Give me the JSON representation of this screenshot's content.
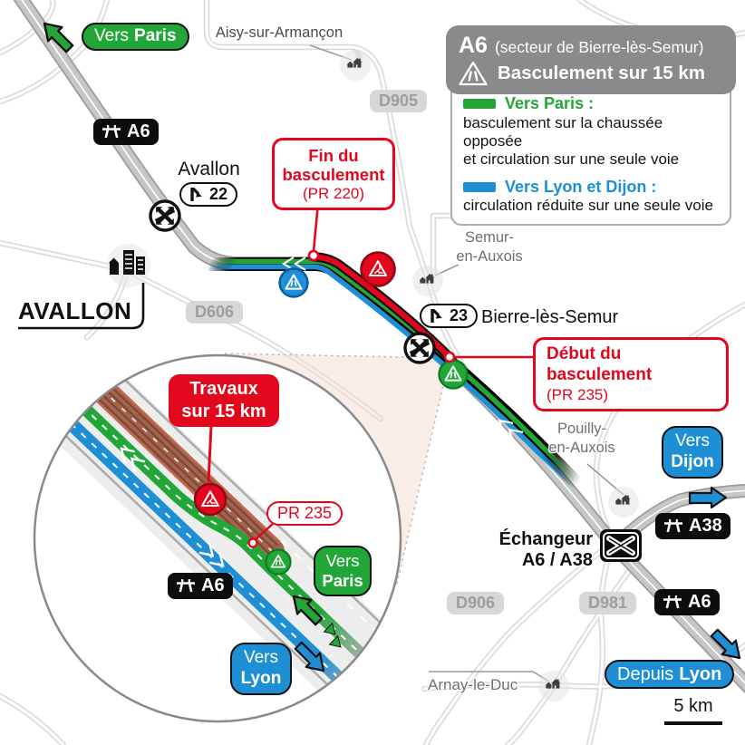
{
  "colors": {
    "green": "#23a638",
    "blue": "#1e8fd5",
    "red": "#e2071c",
    "works_brown": "#a3644d",
    "legend_gray": "#8a8a8a",
    "road_gray": "#c6c6c6"
  },
  "legend": {
    "route": "A6",
    "sector": "(secteur de Bierre-lès-Semur)",
    "headline": "Basculement sur 15 km",
    "paris_label": "Vers Paris :",
    "paris_line1": "basculement sur la chaussée opposée",
    "paris_line2": "et circulation sur une seule voie",
    "lyon_label": "Vers Lyon et Dijon :",
    "lyon_line1": "circulation réduite sur une seule voie"
  },
  "signs": {
    "a6": "A6",
    "a38": "A38",
    "d905": "D905",
    "d606": "D606",
    "d906": "D906",
    "d981": "D981"
  },
  "directions": {
    "vers": "Vers",
    "depuis": "Depuis",
    "paris": "Paris",
    "dijon": "Dijon",
    "lyon": "Lyon"
  },
  "callouts": {
    "fin_line1": "Fin du",
    "fin_line2": "basculement",
    "fin_pr": "(PR 220)",
    "debut_line1": "Début du basculement",
    "debut_pr": "(PR 235)",
    "travaux_line1": "Travaux",
    "travaux_line2": "sur 15 km",
    "pr235": "PR 235"
  },
  "places": {
    "aisy": "Aisy-sur-Armançon",
    "avallon": "Avallon",
    "avallon_city": "AVALLON",
    "semur_line1": "Semur-",
    "semur_line2": "en-Auxois",
    "bierre": "Bierre-lès-Semur",
    "pouilly_line1": "Pouilly-",
    "pouilly_line2": "en-Auxois",
    "arnay": "Arnay-le-Duc",
    "echangeur_line1": "Échangeur",
    "echangeur_line2": "A6 / A38"
  },
  "exits": {
    "exit22": "22",
    "exit23": "23"
  },
  "scale": {
    "label": "5 km"
  }
}
